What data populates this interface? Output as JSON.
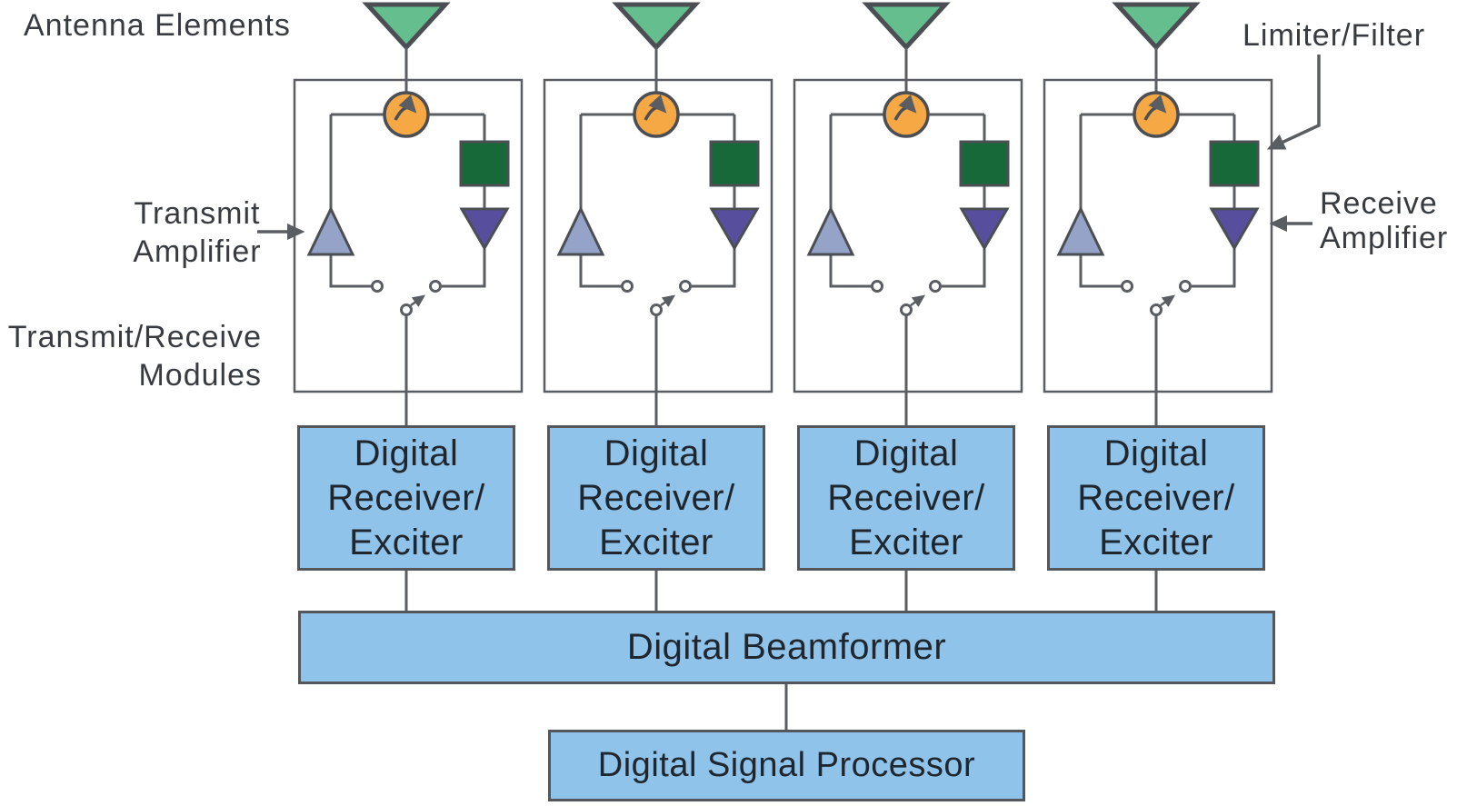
{
  "diagram": {
    "labels": {
      "antenna_elements": "Antenna Elements",
      "transmit_amplifier": {
        "line1": "Transmit",
        "line2": "Amplifier"
      },
      "transmit_receive_modules": {
        "line1": "Transmit/Receive",
        "line2": "Modules"
      },
      "limiter_filter": "Limiter/Filter",
      "receive_amplifier": {
        "line1": "Receive",
        "line2": "Amplifier"
      }
    },
    "boxes": {
      "digital_receiver_exciter": {
        "line1": "Digital",
        "line2": "Receiver/",
        "line3": "Exciter",
        "count": 4
      },
      "digital_beamformer": "Digital Beamformer",
      "digital_signal_processor": "Digital Signal Processor"
    },
    "icons": {
      "antenna": "antenna-element-triangle",
      "circulator": "circulator-circle-with-clockwise-arrow",
      "limiter_filter": "limiter-filter-square",
      "transmit_amplifier": "transmit-amplifier-up-triangle",
      "receive_amplifier": "receive-amplifier-down-triangle",
      "tr_switch": "transmit-receive-switch"
    },
    "counts": {
      "antenna_elements": 4,
      "tr_modules": 4,
      "receiver_exciters": 4
    },
    "colors": {
      "line_gray": "#5a5e62",
      "shape_stroke": "#4b4f54",
      "label_text": "#383c40",
      "box_text": "#1f262e",
      "antenna_green": "#64be8d",
      "circulator_orange": "#f6a845",
      "limiter_green": "#17693a",
      "receive_purple": "#574f9e",
      "transmit_periwinkle": "#96a3c8",
      "box_blue": "#8fc3e9",
      "box_border": "#53575b"
    }
  }
}
